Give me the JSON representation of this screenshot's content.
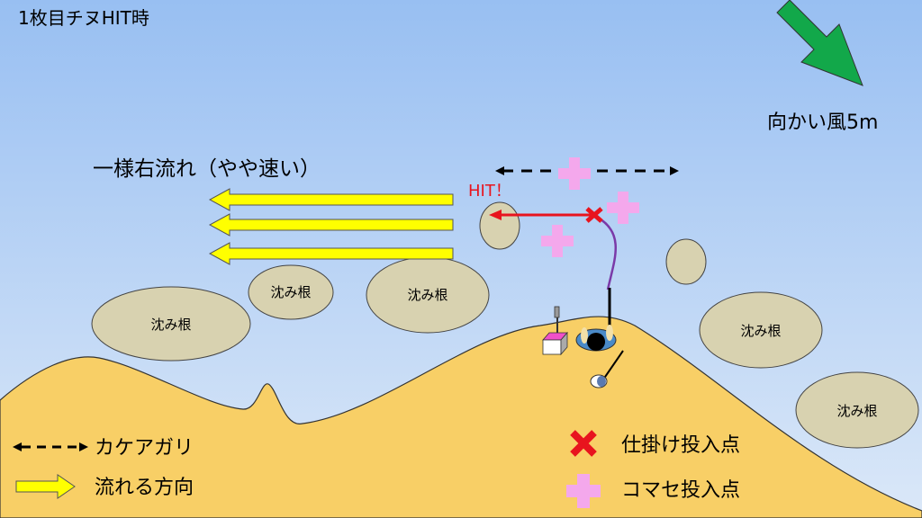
{
  "title": "1枚目チヌHIT時",
  "wind_label": "向かい風5m",
  "current_label": "一様右流れ（やや速い）",
  "hit_label": "HIT！",
  "rocks": [
    "沈み根",
    "沈み根",
    "沈み根",
    "沈み根",
    "沈み根"
  ],
  "legend": {
    "dropoff": "カケアガリ",
    "flow": "流れる方向",
    "rig_point": "仕掛け投入点",
    "chum_point": "コマセ投入点"
  },
  "colors": {
    "sand": "#f8cf66",
    "rock": "#d8d2b0",
    "flow_arrow": "#ffff00",
    "hit": "#e8141e",
    "chum": "#f4a8ec",
    "wind": "#12a84a",
    "line": "#7a3aa8"
  }
}
